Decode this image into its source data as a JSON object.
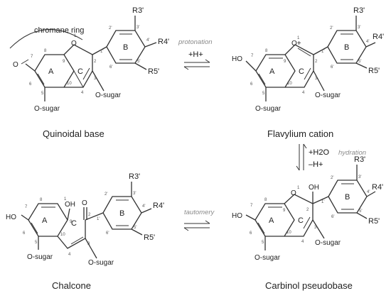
{
  "structures": {
    "quinoidal": {
      "caption": "Quinoidal base",
      "chromane_label": "chromane ring",
      "ring_labels": [
        "A",
        "C",
        "B"
      ],
      "substituents": {
        "osugar_3": "O-sugar",
        "osugar_5": "O-sugar",
        "carbonyl_o": "O",
        "ring_o": "O",
        "r3": "R3'",
        "r4": "R4'",
        "r5": "R5'"
      },
      "locants": [
        "1",
        "2",
        "3",
        "4",
        "5",
        "6",
        "7",
        "8",
        "9",
        "10",
        "1'",
        "2'",
        "3'",
        "4'",
        "5'",
        "6'"
      ]
    },
    "flavylium": {
      "caption": "Flavylium cation",
      "ring_labels": [
        "A",
        "C",
        "B"
      ],
      "substituents": {
        "ho_7": "HO",
        "osugar_3": "O-sugar",
        "osugar_5": "O-sugar",
        "ring_o": "O+",
        "r3": "R3'",
        "r4": "R4'",
        "r5": "R5'"
      },
      "locants": [
        "1",
        "2",
        "3",
        "4",
        "5",
        "6",
        "7",
        "8",
        "9",
        "10",
        "1'",
        "2'",
        "3'",
        "4'",
        "5'",
        "6'"
      ]
    },
    "chalcone": {
      "caption": "Chalcone",
      "ring_labels": [
        "A",
        "C",
        "B"
      ],
      "substituents": {
        "ho_7": "HO",
        "oh_1": "OH",
        "carbonyl_o": "O",
        "osugar_3": "O-sugar",
        "osugar_5": "O-sugar",
        "r3": "R3'",
        "r4": "R4'",
        "r5": "R5'"
      },
      "locants": [
        "1",
        "2",
        "3",
        "4",
        "5",
        "6",
        "7",
        "8",
        "9",
        "10",
        "1'",
        "2'",
        "3'",
        "4'",
        "5'",
        "6'"
      ]
    },
    "carbinol": {
      "caption": "Carbinol pseudobase",
      "ring_labels": [
        "A",
        "C",
        "B"
      ],
      "substituents": {
        "ho_7": "HO",
        "oh_2": "OH",
        "ring_o": "O",
        "osugar_3": "O-sugar",
        "osugar_5": "O-sugar",
        "r3": "R3'",
        "r4": "R4'",
        "r5": "R5'"
      },
      "locants": [
        "1",
        "2",
        "3",
        "4",
        "5",
        "6",
        "7",
        "8",
        "9",
        "10",
        "1'",
        "2'",
        "3'",
        "4'",
        "5'",
        "6'"
      ]
    }
  },
  "transitions": {
    "protonation": {
      "process": "protonation",
      "reagent": "+H+"
    },
    "hydration": {
      "process": "hydration",
      "reagent_1": "+H2O",
      "reagent_2": "–H+"
    },
    "tautomery": {
      "process": "tautomery"
    }
  }
}
